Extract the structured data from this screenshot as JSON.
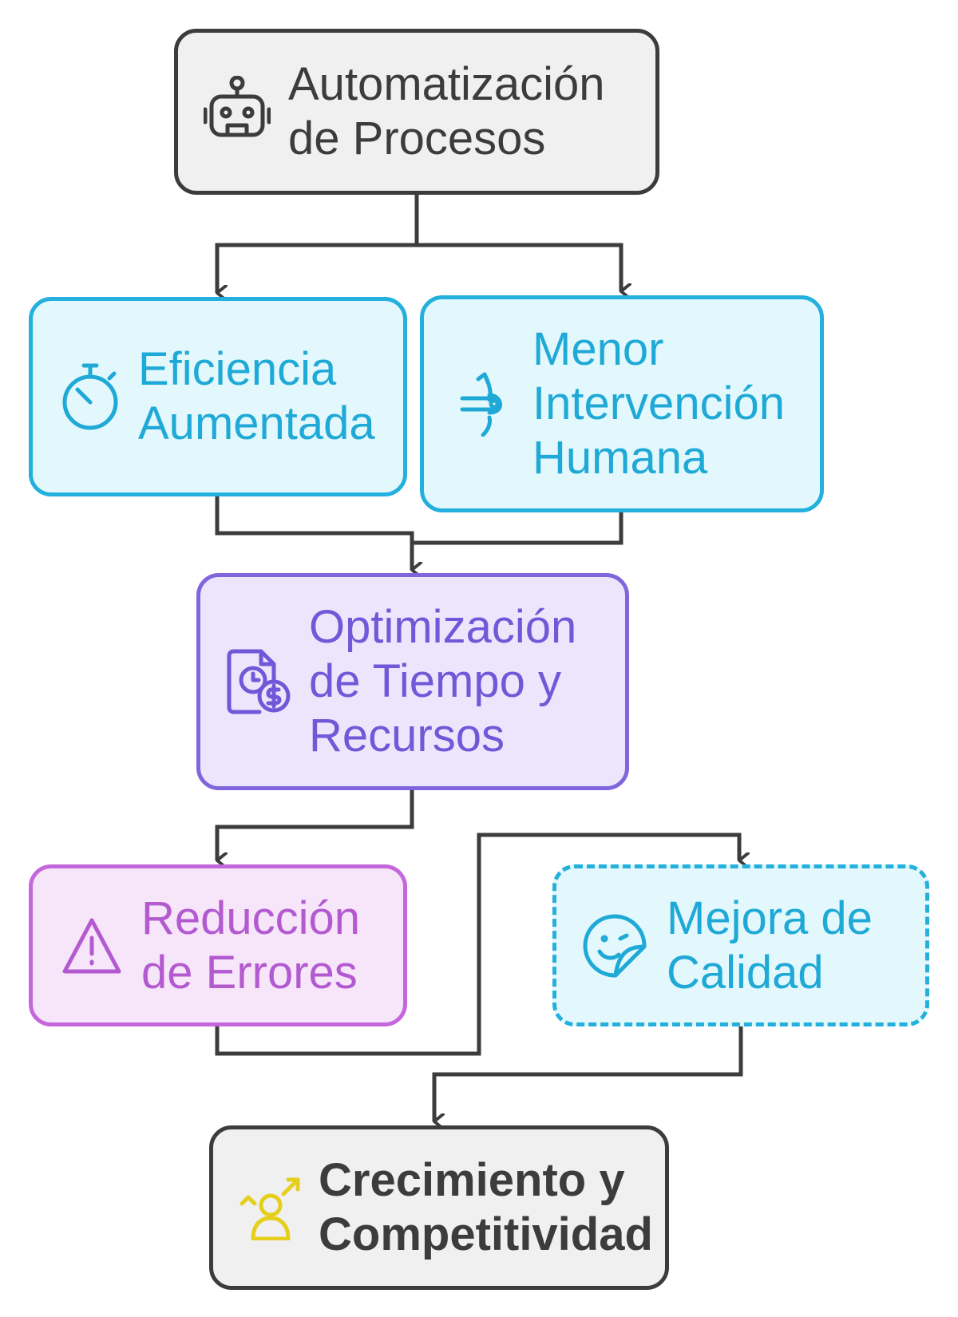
{
  "diagram": {
    "nodes": {
      "automatizacion": {
        "lines": [
          "Automatización",
          "de Procesos"
        ],
        "icon": "robot-icon",
        "color": "#3c3c3c"
      },
      "eficiencia": {
        "lines": [
          "Eficiencia",
          "Aumentada"
        ],
        "icon": "stopwatch-icon",
        "color": "#1fa9d6"
      },
      "menor": {
        "lines": [
          "Menor",
          "Intervención",
          "Humana"
        ],
        "icon": "hand-icon",
        "color": "#1fa9d6"
      },
      "optimizacion": {
        "lines": [
          "Optimización",
          "de Tiempo y",
          "Recursos"
        ],
        "icon": "time-money-icon",
        "color": "#7058d8"
      },
      "reduccion": {
        "lines": [
          "Reducción",
          "de Errores"
        ],
        "icon": "warning-icon",
        "color": "#b35ad0"
      },
      "mejora": {
        "lines": [
          "Mejora de",
          "Calidad"
        ],
        "icon": "smile-sticker-icon",
        "color": "#1fa9d6"
      },
      "crecimiento": {
        "lines": [
          "Crecimiento y",
          "Competitividad"
        ],
        "icon": "growth-person-icon",
        "color": "#3c3c3c",
        "icon_color": "#e6cf1c"
      }
    },
    "edges": [
      {
        "from": "automatizacion",
        "to": "eficiencia"
      },
      {
        "from": "automatizacion",
        "to": "menor"
      },
      {
        "from": "eficiencia",
        "to": "optimizacion"
      },
      {
        "from": "menor",
        "to": "optimizacion"
      },
      {
        "from": "optimizacion",
        "to": "reduccion"
      },
      {
        "from": "reduccion",
        "to": "mejora"
      },
      {
        "from": "mejora",
        "to": "crecimiento"
      }
    ]
  }
}
